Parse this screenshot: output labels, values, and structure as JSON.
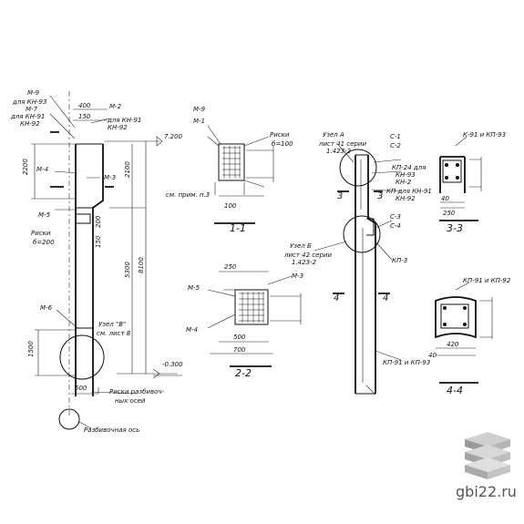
{
  "col_labels": {
    "m9": "M-9",
    "dlya_kn93": "для КН-93",
    "m7": "M-7",
    "dlya_kn91": "для КН-91",
    "kn92": "КН-92",
    "m2": "M-2",
    "dlya_kn91b": "для КН-91",
    "kn92b": "КН-92",
    "m4": "M-4",
    "m3": "M-3",
    "m5": "M-5",
    "riski": "Риски",
    "riski_step": "б=200",
    "m6": "M-6",
    "uzel_v": "Узел \"В\"",
    "uzel_v_sheet": "см. лист 8",
    "riski_razb": "Риски разбивоч-",
    "riski_razb2": "ных осей",
    "razb_os": "Разбивочная ось"
  },
  "col_dims": {
    "d400": "400",
    "d150": "150",
    "d7200": "7.200",
    "d2200": "2200",
    "d2100": "2100",
    "d5300": "5300",
    "d8100": "8100",
    "d200": "200",
    "d150b": "150",
    "d1500": "1500",
    "dm0300": "-0.300",
    "d500": "500"
  },
  "sec11": {
    "m9": "M-9",
    "m1": "M-1",
    "riski": "Риски",
    "riski_step": "б=100",
    "title": "1-1",
    "d100": "100",
    "sm": "см. прим. п.3"
  },
  "sec22": {
    "m5": "M-5",
    "m3": "M-3",
    "m4": "M-4",
    "d250": "250",
    "d500": "500",
    "d700": "700",
    "title": "2-2"
  },
  "node": {
    "uzel_a": "Узел А",
    "uzel_a_sheet": "лист 41 серии",
    "uzel_a_series": "1.423-2",
    "c1": "С-1",
    "c2": "С-2",
    "kp24": "КП-24 для",
    "kn93": "КН-93",
    "kn2": "КН-2",
    "kp_kn91": "КП для КН-91",
    "kn92": "КН-92",
    "c3": "С-3",
    "c4": "С-4",
    "uzel_b": "Узел Б",
    "uzel_b_sheet": "лист 42 серии",
    "uzel_b_series": "1.423-2",
    "kp3": "КП-3",
    "kp_bottom": "КП-91 и КП-93",
    "s3a": "3",
    "s3b": "3",
    "s4a": "4",
    "s4b": "4"
  },
  "sec33": {
    "label": "К-91 и КП-93",
    "d250": "250",
    "d40": "40",
    "title": "3-3"
  },
  "sec44": {
    "label": "КП-91 и КП-92",
    "d420": "420",
    "d40": "40",
    "title": "4-4"
  },
  "footer": {
    "site": "gbi22.ru"
  }
}
